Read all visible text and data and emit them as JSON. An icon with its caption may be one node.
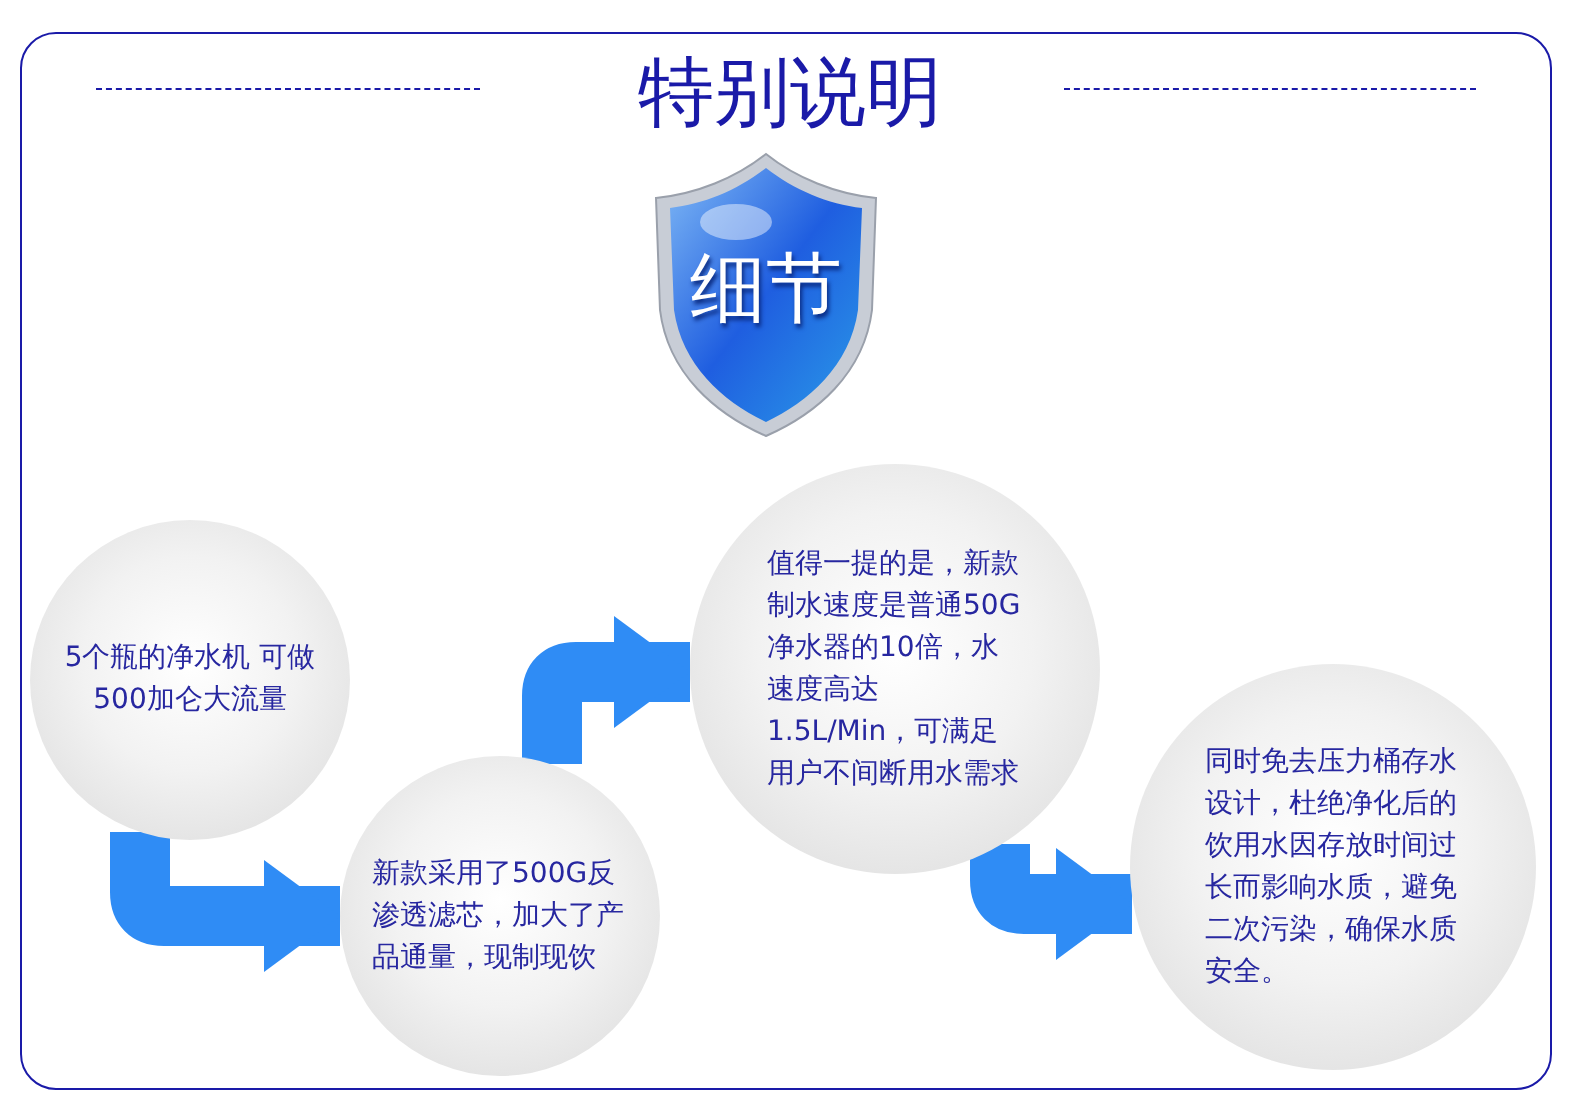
{
  "diagram": {
    "title": "特别说明",
    "nodes": [
      {
        "text": [
          "细节"
        ]
      },
      {
        "text": [
          "5个瓶的净水机 可做500加仑大流量"
        ]
      },
      {
        "text": [
          "新款采用了500G反渗透滤芯，加大了产品通量，现制现饮"
        ]
      },
      {
        "text": [
          "值得一提的是，新款制水速度是普通50G净水器的10倍，水速度高达1.5L/Min，可满足用户不间断用水需求"
        ]
      },
      {
        "text": [
          "同时免去压力桶存水设计，杜绝净化后的饮用水因存放时间过长而影响水质，避免二次污染，确保水质安全。"
        ]
      }
    ],
    "edges": [
      {
        "from": 1,
        "to": 2,
        "arrow": "to"
      },
      {
        "from": 2,
        "to": 3,
        "arrow": "to"
      },
      {
        "from": 3,
        "to": 4,
        "arrow": "to"
      }
    ]
  }
}
